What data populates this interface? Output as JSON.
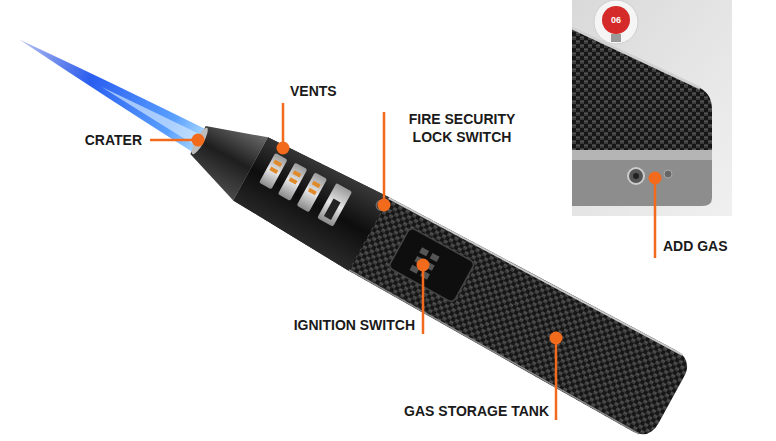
{
  "diagram": {
    "labels": [
      "CRATER",
      "VENTS",
      "FIRE SECURITY LOCK SWITCH",
      "IGNITION SWITCH",
      "GAS STORAGE TANK",
      "ADD GAS",
      "06"
    ]
  }
}
